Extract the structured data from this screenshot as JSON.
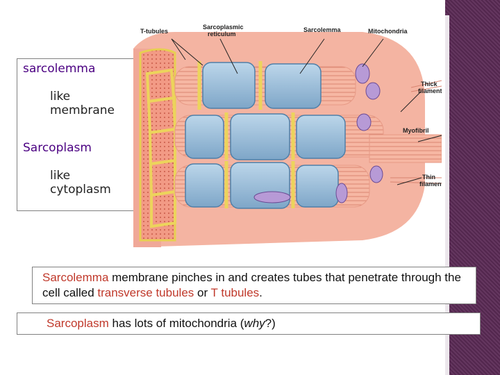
{
  "definitions": {
    "sarcolemma_term": "sarcolemma",
    "sarcolemma_desc_1": "like",
    "sarcolemma_desc_2": "membrane",
    "sarcoplasm_term": "Sarcoplasm",
    "sarcoplasm_desc_1": "like",
    "sarcoplasm_desc_2": "cytoplasm"
  },
  "diagram": {
    "labels": {
      "t_tubules": "T-tubules",
      "sr_1": "Sarcoplasmic",
      "sr_2": "reticulum",
      "sarcolemma": "Sarcolemma",
      "mitochondria": "Mitochondria",
      "thick_1": "Thick",
      "thick_2": "filament",
      "myofibril": "Myofibril",
      "thin_1": "Thin",
      "thin_2": "filament"
    }
  },
  "caption1": {
    "w1": "Sarcolemma",
    "w2": " membrane pinches in and creates tubes that penetrate  through the cell called ",
    "w3": "transverse tubules",
    "w4": " or ",
    "w5": "T tubules",
    "w6": "."
  },
  "caption2": {
    "w1": "Sarcoplasm",
    "w2": " has lots of mitochondria (",
    "w3": "why",
    "w4": "?)"
  },
  "colors": {
    "accent_red": "#c0392b",
    "term_purple": "#4b0082",
    "sidebar": "#5a2a55"
  }
}
